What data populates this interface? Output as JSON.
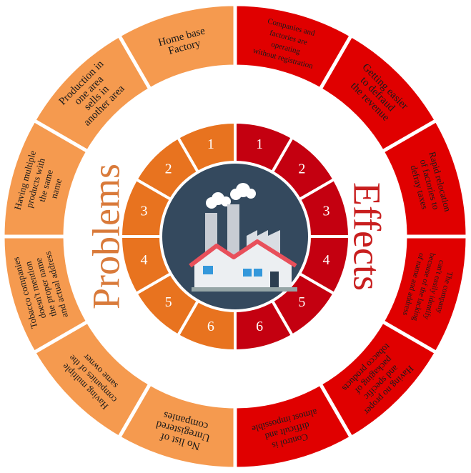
{
  "diagram": {
    "left_label": "Problems",
    "right_label": "Effects",
    "colors": {
      "problem_outer": "#F59A4F",
      "problem_inner": "#E8731F",
      "effect_outer": "#E00000",
      "effect_inner": "#C40010",
      "center_circle": "#34495E",
      "left_label_color": "#D97A3A",
      "right_label_color": "#C81E1E"
    },
    "problems": [
      {
        "number": "1",
        "text": [
          "Home base",
          "Factory"
        ]
      },
      {
        "number": "2",
        "text": [
          "Production in",
          "one area",
          "sells in",
          "another area"
        ]
      },
      {
        "number": "3",
        "text": [
          "Having multiple",
          "products with",
          "the same",
          "name"
        ]
      },
      {
        "number": "4",
        "text": [
          "Tobacco companies",
          "doesn't mention",
          "the proper name",
          "and actual address"
        ]
      },
      {
        "number": "5",
        "text": [
          "Having multiple",
          "companies of the",
          "same owner"
        ]
      },
      {
        "number": "6",
        "text": [
          "No list of",
          "Unregistered",
          "companies"
        ]
      }
    ],
    "effects": [
      {
        "number": "1",
        "text": [
          "Companies and",
          "factories are",
          "operating",
          "without registration"
        ]
      },
      {
        "number": "2",
        "text": [
          "Getting easier",
          "to defraud",
          "the revenue"
        ]
      },
      {
        "number": "3",
        "text": [
          "Rapid relocation",
          "of factories to",
          "defray taxes"
        ]
      },
      {
        "number": "4",
        "text": [
          "The company",
          "can't easily identify",
          "because of the lacking",
          "of name and address"
        ]
      },
      {
        "number": "5",
        "text": [
          "Having no proper",
          "and specific",
          "packaging of",
          "tobacco products"
        ]
      },
      {
        "number": "6",
        "text": [
          "Control is",
          "difficult and",
          "almost impossible"
        ]
      }
    ],
    "center_icon": "factory-icon"
  }
}
